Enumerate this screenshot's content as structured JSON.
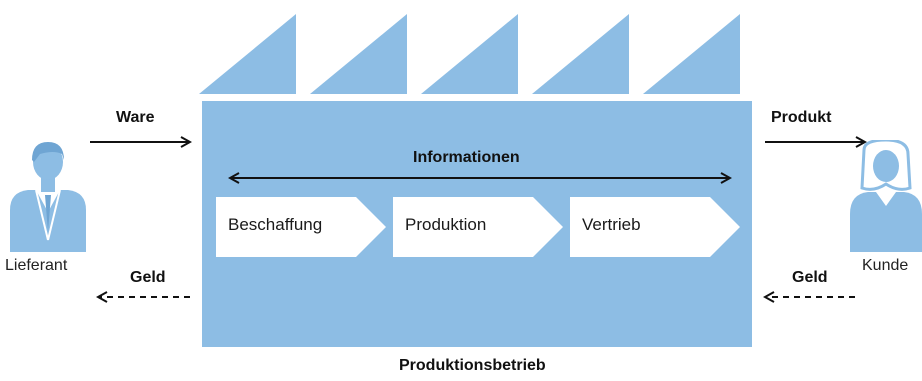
{
  "diagram": {
    "factory_label": "Produktionsbetrieb",
    "info_label": "Informationen",
    "steps": [
      {
        "label": "Beschaffung"
      },
      {
        "label": "Produktion"
      },
      {
        "label": "Vertrieb"
      }
    ],
    "left": {
      "actor_label": "Lieferant",
      "in_label": "Ware",
      "out_label": "Geld"
    },
    "right": {
      "actor_label": "Kunde",
      "out_label": "Produkt",
      "in_label": "Geld"
    },
    "colors": {
      "factory_fill": "#8dbde4",
      "person_fill": "#8dbde4",
      "arrow": "#111111",
      "step_fill": "#ffffff"
    },
    "icons": [
      "supplier-person-icon",
      "customer-person-icon"
    ]
  }
}
